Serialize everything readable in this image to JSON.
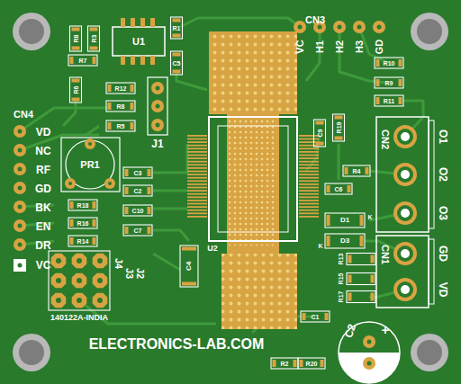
{
  "diagram": {
    "labels": [
      "R8",
      "R3",
      "U1",
      "R1",
      "C5",
      "CN3",
      "VC",
      "H1",
      "H2",
      "H3",
      "GD",
      "R7",
      "R6",
      "R12",
      "R8",
      "R5",
      "J1",
      "CN4",
      "VD",
      "NC",
      "RF",
      "GD",
      "BK",
      "EN",
      "DR",
      "VC",
      "PR1",
      "C3",
      "C2",
      "C10",
      "C7",
      "R18",
      "R16",
      "R14",
      "J4",
      "J3",
      "J2",
      "140122A-INDIA",
      "ELECTRONICS-LAB.COM",
      "U2",
      "C4",
      "C9",
      "R19",
      "R10",
      "R9",
      "R11",
      "R4",
      "C6",
      "D1",
      "D3",
      "K",
      "K",
      "CN2",
      "O1",
      "O2",
      "O3",
      "CN1",
      "GD",
      "VD",
      "R13",
      "R15",
      "R17",
      "C1",
      "C2",
      "+",
      "R2",
      "R20"
    ]
  }
}
